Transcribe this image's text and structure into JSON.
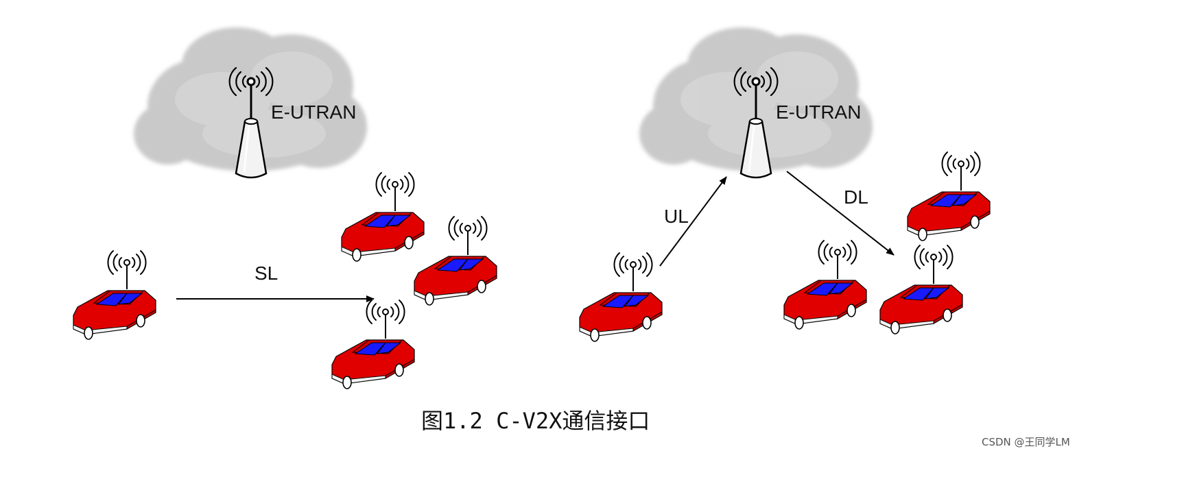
{
  "left_panel": {
    "network_label": "E-UTRAN",
    "link_label": "SL"
  },
  "right_panel": {
    "network_label": "E-UTRAN",
    "uplink_label": "UL",
    "downlink_label": "DL"
  },
  "caption": "图1.2 C-V2X通信接口",
  "watermark": "CSDN @王同学LM",
  "colors": {
    "car_body": "#e00000",
    "car_window": "#1a1aff",
    "cloud": "#cfcfcf",
    "arrow": "#000000"
  }
}
